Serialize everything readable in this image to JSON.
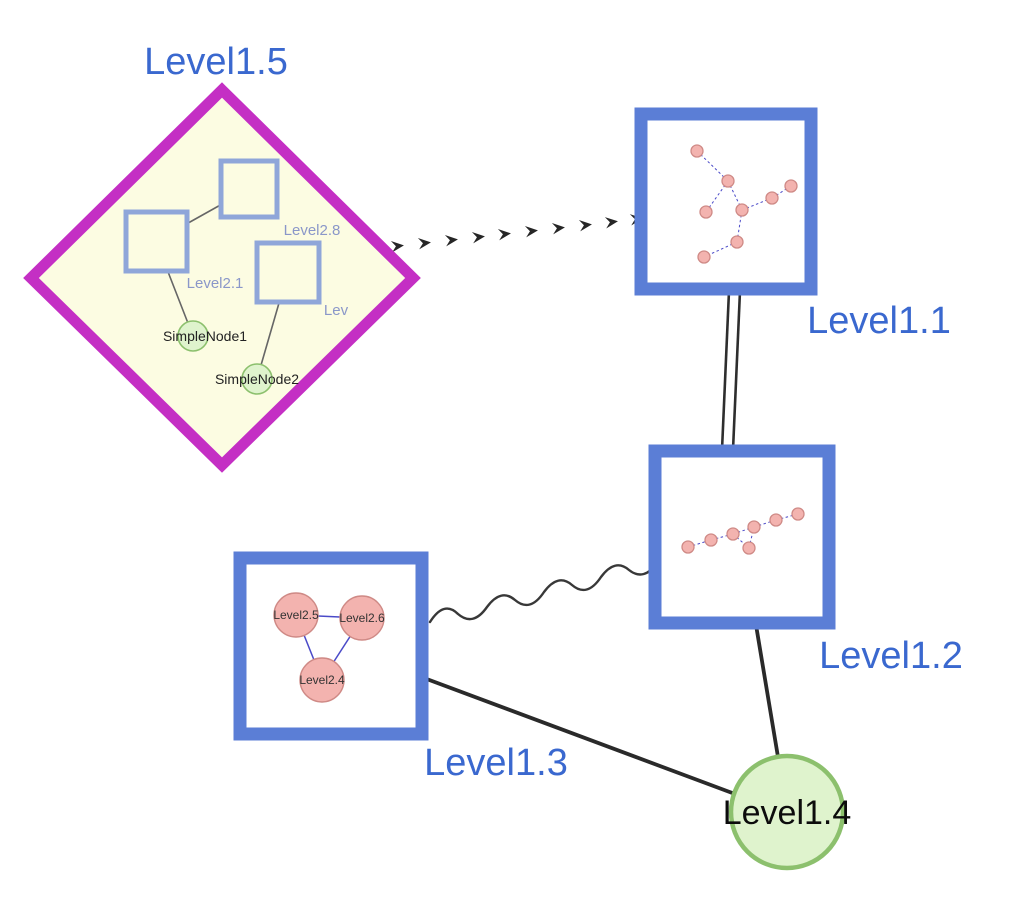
{
  "diagram": {
    "labels": {
      "level15": "Level1.5",
      "level11": "Level1.1",
      "level12": "Level1.2",
      "level13": "Level1.3",
      "level14": "Level1.4"
    },
    "group_children": {
      "level28": "Level2.8",
      "level21": "Level2.1",
      "lev": "Lev",
      "simplenode1": "SimpleNode1",
      "simplenode2": "SimpleNode2"
    },
    "level13_children": {
      "level25": "Level2.5",
      "level26": "Level2.6",
      "level24": "Level2.4"
    },
    "edges": [
      {
        "from": "Level1.5",
        "to": "Level1.1",
        "style": "dashed-arrow-chain"
      },
      {
        "from": "Level1.1",
        "to": "Level1.2",
        "style": "double-parallel-line"
      },
      {
        "from": "Level1.3",
        "to": "Level1.2",
        "style": "wavy-line"
      },
      {
        "from": "Level1.3",
        "to": "Level1.4",
        "style": "solid-line"
      },
      {
        "from": "Level1.2",
        "to": "Level1.4",
        "style": "solid-line"
      }
    ],
    "colors": {
      "label_blue": "#3a68cf",
      "diamond_border": "#c42fc4",
      "diamond_fill": "#fcfce2",
      "box_border": "#5b7ed6",
      "inner_square_border": "#8fa6d9",
      "green_fill": "#dff3cd",
      "green_border": "#8cc06d",
      "pink_fill": "#f3b3af",
      "pink_border": "#cf8a86",
      "edge_dark": "#2a2a2a",
      "inner_edge_blue": "#4a4ac8"
    }
  }
}
